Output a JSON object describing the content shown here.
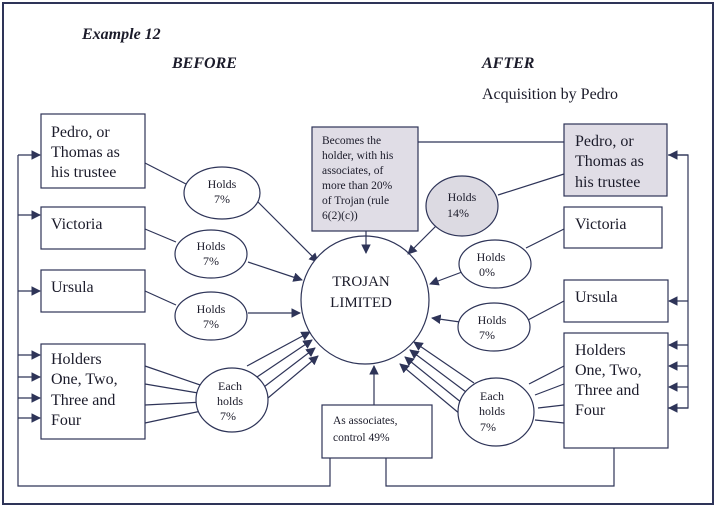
{
  "header": {
    "example": "Example 12",
    "before": "BEFORE",
    "after": "AFTER",
    "after_sub": "Acquisition by Pedro"
  },
  "center": {
    "line1": "TROJAN",
    "line2": "LIMITED"
  },
  "before": {
    "pedro": [
      "Pedro,  or",
      "Thomas as",
      "his trustee"
    ],
    "victoria": "Victoria",
    "ursula": "Ursula",
    "holders": [
      "Holders",
      "One, Two,",
      "Three and",
      "Four"
    ],
    "pedro_holds": [
      "Holds",
      "7%"
    ],
    "victoria_holds": [
      "Holds",
      "7%"
    ],
    "ursula_holds": [
      "Holds",
      "7%"
    ],
    "each_holds": [
      "Each",
      "holds",
      "7%"
    ]
  },
  "after": {
    "pedro": [
      "Pedro, or",
      "Thomas as",
      "his trustee"
    ],
    "victoria": "Victoria",
    "ursula": "Ursula",
    "holders": [
      "Holders",
      "One, Two,",
      "Three and",
      "Four"
    ],
    "pedro_holds": [
      "Holds",
      "14%"
    ],
    "victoria_holds": [
      "Holds",
      "0%"
    ],
    "ursula_holds": [
      "Holds",
      "7%"
    ],
    "each_holds": [
      "Each",
      "holds",
      "7%"
    ]
  },
  "note_box": [
    "Becomes the",
    "holder, with his",
    "associates, of",
    "more than 20%",
    "of Trojan (rule",
    "6(2)(c))"
  ],
  "associates_box": [
    "As associates,",
    "control 49%"
  ],
  "colors": {
    "line": "#2e3458",
    "shaded": "#e0dde6",
    "frame": "#2e3458"
  }
}
